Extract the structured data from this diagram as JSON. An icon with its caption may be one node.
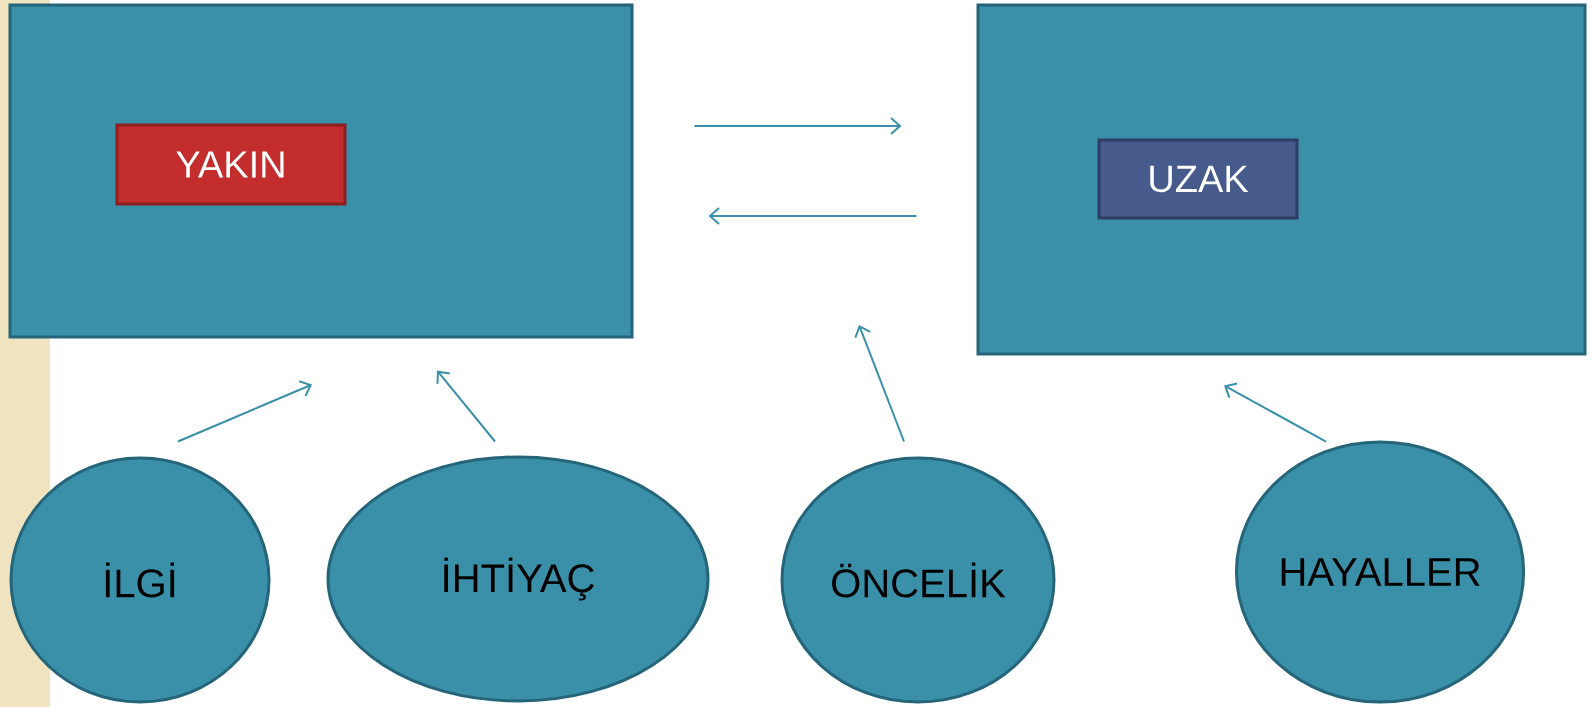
{
  "diagram": {
    "nodes": [
      {
        "text": [],
        "shape": "box"
      },
      {
        "text": [
          "YAKIN"
        ],
        "in": 0
      },
      {
        "text": [],
        "shape": "box"
      },
      {
        "text": [
          "UZAK"
        ],
        "in": 2
      },
      {
        "text": [
          "İLGİ"
        ]
      },
      {
        "text": [
          "İHTİYAÇ"
        ]
      },
      {
        "text": [
          "ÖNCELİK"
        ]
      },
      {
        "text": [
          "HAYALLER"
        ]
      }
    ],
    "edges": [
      {
        "from": 0,
        "to": 2,
        "arrow": "to"
      },
      {
        "from": 2,
        "to": 0,
        "arrow": "to"
      },
      {
        "from": 4,
        "to": 0,
        "arrow": "to"
      },
      {
        "from": 5,
        "to": 0,
        "arrow": "to"
      },
      {
        "from": 6,
        "to": null,
        "arrow": "to"
      },
      {
        "from": 7,
        "to": 2,
        "arrow": "to"
      }
    ]
  }
}
